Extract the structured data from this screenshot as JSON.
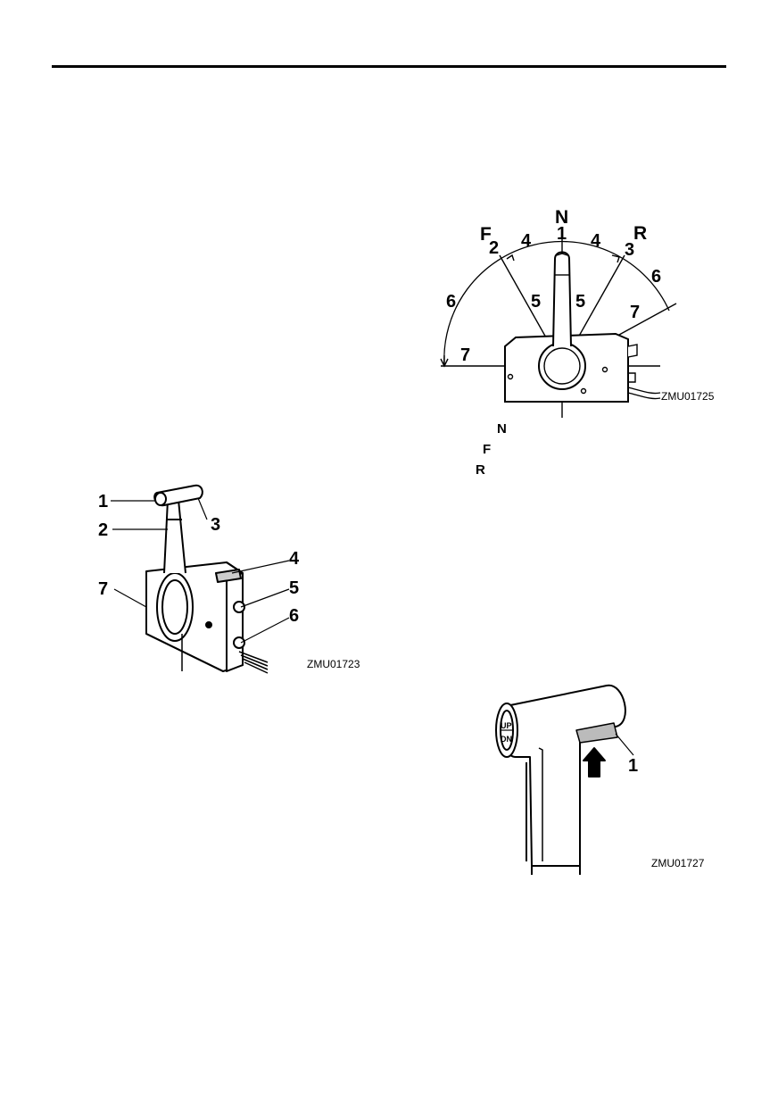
{
  "figure1": {
    "callouts": [
      "1",
      "2",
      "3",
      "4",
      "5",
      "6",
      "7"
    ],
    "code": "ZMU01723"
  },
  "figure2": {
    "letters": {
      "n": "N",
      "f": "F",
      "r": "R"
    },
    "callouts": {
      "c1": "1",
      "c2": "2",
      "c3": "3",
      "c4a": "4",
      "c4b": "4",
      "c5a": "5",
      "c5b": "5",
      "c6a": "6",
      "c6b": "6",
      "c7a": "7",
      "c7b": "7"
    },
    "code": "ZMU01725",
    "legend": [
      "N",
      "F",
      "R"
    ]
  },
  "figure3": {
    "button_up": "UP",
    "button_dn": "DN",
    "callout": "1",
    "code": "ZMU01727"
  }
}
